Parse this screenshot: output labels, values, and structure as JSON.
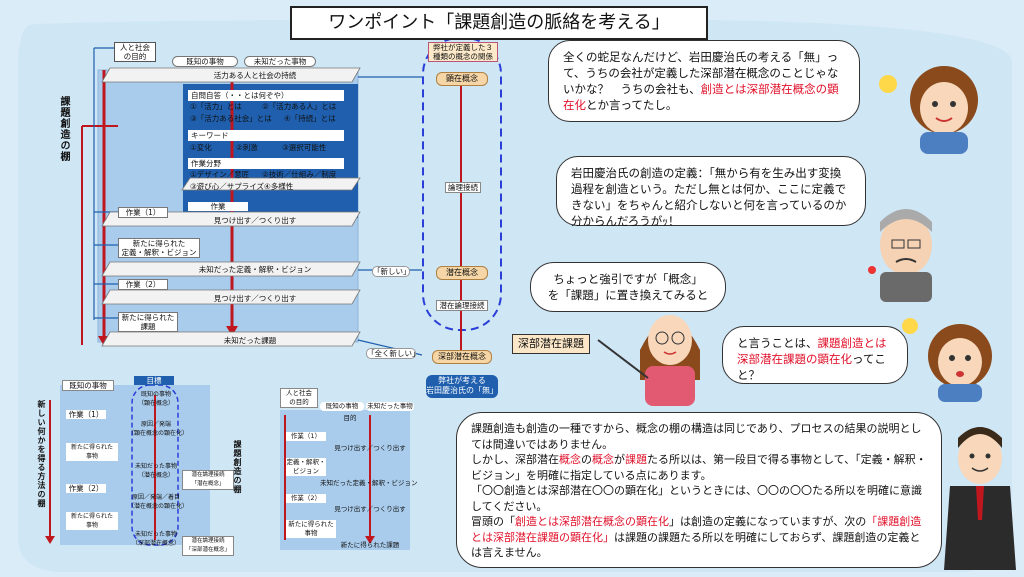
{
  "title": "ワンポイント「課題創造の脈絡を考える」",
  "diagram": {
    "vertical_label": "課題創造の棚",
    "purpose_box": "人と社会\nの目的",
    "known": "既知の事物",
    "unknown": "未知だった事物",
    "activity_top": "活力ある人と社会の持続",
    "self_question": "自問自答（・・とは何ぞや）",
    "sq1": "①「活力」とは",
    "sq2": "②「活力ある人」とは",
    "sq3": "③「活力ある社会」とは",
    "sq4": "④「持続」とは",
    "keyword": "キーワード",
    "kw1": "①変化",
    "kw2": "②刺激",
    "kw3": "③選択可能性",
    "work_field": "作業分野",
    "wf1": "①デザイン／意匠",
    "wf2": "②技術／仕組み／制度",
    "wf3": "③遊び心／サプライズ",
    "wf4": "④多様性",
    "work1": "作業（1）",
    "work_short": "作業",
    "find1": "見つけ出す／つくり出す",
    "new_def": "新たに得られた\n定義・解釈・ビジョン",
    "unknown_def": "未知だった定義・解釈・ビジョン",
    "work2": "作業（2）",
    "find2": "見つけ出す／つくり出す",
    "new_task": "新たに得られた\n課題",
    "unknown_task": "未知だった課題",
    "company_concept_box": "弊社が定義した３\n種類の概念の関係",
    "apparent": "顕在概念",
    "logic": "論理接続",
    "latent": "潜在概念",
    "latent_logic": "潜在論理接続",
    "deep_latent": "深部潜在概念",
    "new_quote": "「新しい」",
    "all_new_quote": "「全く新しい」",
    "company_mu": "弊社が考える\n岩田慶治氏の「無」",
    "deep_latent_task": "深部潜在課題"
  },
  "speech": {
    "girl1": [
      "全くの蛇足なんだけど、岩田慶治氏の考える「無」",
      "って、うちの会社が定義した深部潜在概念のことじゃないかな？　うちの会社も、",
      "創造とは深部潜在概念の顕在化",
      "とか言ってたし。"
    ],
    "man1": [
      "岩田慶治氏の創造の定義：「無から有を生み出す変換過程を創造という。ただし無とは何か、ここに定義できない」をちゃんと紹介しないと何を言っているのか分からんだろうがｯ！"
    ],
    "teacher1": [
      "ちょっと強引ですが「概念」",
      "を「課題」に置き換えてみると"
    ],
    "girl2": [
      "と言うことは、",
      "課題創造とは",
      "深部潜在課題の顕在化",
      "ってこと？"
    ],
    "boss": [
      "課題創造も創造の一種ですから、概念の棚の構造は同じであり、プロセスの結果の説明としては間違いではありません。",
      "しかし、深部潜在",
      "概念",
      "の",
      "概念",
      "が",
      "課題",
      "たる所以は、第一段目で得る事物として、「定義・解釈・ビジョン」を明確に指定している点にあります。",
      "「〇〇創造とは深部潜在〇〇の顕在化」というときには、〇〇の〇〇たる所以を明確に意識してください。",
      "冒頭の「",
      "創造とは深部潜在概念の顕在化",
      "」は創造の定義になっていますが、次の",
      "「課題創造とは深部潜在課題の顕在化」",
      "は課題の課題たる所以を明確にしておらず、課題創造の定義とは言えません。"
    ]
  },
  "mini_left": {
    "vertical_label": "新しい何かを得る方法の棚",
    "known": "既知の事物",
    "top": "目標",
    "row1": "既知の事物\n（顕在概念）",
    "work1": "作業（1）",
    "row2": "原因／発端\n（顕在概念の顕在化）",
    "new1": "新たに得られた\n事物",
    "row3": "未知だった事物\n（潜在概念）",
    "logic1": "潜在論理接続\n「潜在概念」",
    "work2": "作業（2）",
    "row4": "原因／発端／着目\n（潜在概念の顕在化）",
    "new2": "新たに得られた\n事物",
    "row5": "未知だった事物\n（深部潜在概念）",
    "logic2": "潜在論理接続\n「深部潜在概念」"
  },
  "mini_right": {
    "vertical_label": "課題創造の棚",
    "purpose": "人と社会\nの目的",
    "known": "既知の事物",
    "unknown": "未知だった事物",
    "top": "目的",
    "work1": "作業（1）",
    "find1": "見つけ出す／つくり出す",
    "def": "定義・解釈・\nビジョン",
    "unknown_def": "未知だった定義・解釈・ビジョン",
    "work2": "作業（2）",
    "find2": "見つけ出す／つくり出す",
    "new_task": "新たに得られた\n事物",
    "bottom": "新たに得られた課題"
  },
  "colors": {
    "sky": "#d9ecf7",
    "panel": "#a9ccec",
    "navy": "#1f5fae",
    "red": "#c0171f",
    "dash": "#2a3fd8",
    "accent_red": "#e0102a"
  }
}
